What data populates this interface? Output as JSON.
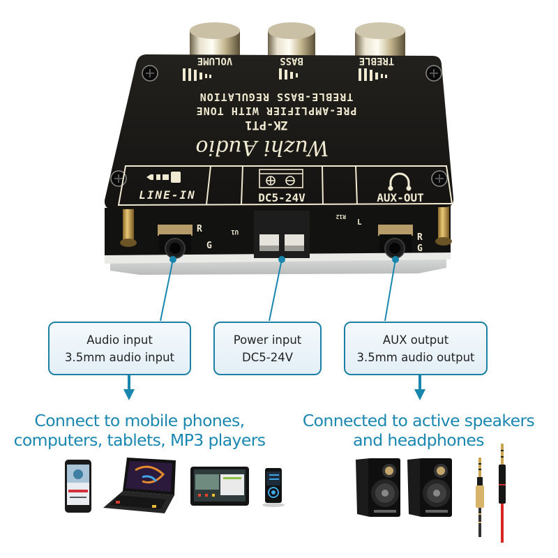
{
  "board": {
    "knob_labels": [
      "VOLUME",
      "BASS",
      "TREBLE"
    ],
    "tagline_1": "TREBLE-BASS  REGULATION",
    "tagline_2": "PRE-AMPLIFIER WITH TONE",
    "model": "ZK-PT1",
    "brand_logo": "Wuzhi Audio",
    "ports": {
      "line_in": {
        "label": "LINE-IN",
        "icon": "audio-jack-icon"
      },
      "dc": {
        "label": "DC5-24V",
        "icon": "terminal-plus-minus-icon"
      },
      "aux_out": {
        "label": "AUX-OUT",
        "icon": "headphones-icon"
      }
    },
    "pcb_marks": {
      "left_r": "R",
      "left_g": "G",
      "right_r": "R",
      "right_g": "G",
      "right_l": "L",
      "r12": "R12",
      "u1": "U1"
    }
  },
  "callouts": [
    {
      "id": "audio-input",
      "line1": "Audio input",
      "line2": "3.5mm audio input"
    },
    {
      "id": "power-input",
      "line1": "Power input",
      "line2": "DC5-24V"
    },
    {
      "id": "aux-output",
      "line1": "AUX output",
      "line2": "3.5mm audio output"
    }
  ],
  "captions": {
    "left": {
      "line1": "Connect to mobile phones,",
      "line2": "computers, tablets, MP3 players"
    },
    "right": {
      "line1": "Connected to active speakers",
      "line2": "and headphones"
    }
  },
  "devices": {
    "left": [
      "smartphone",
      "laptop",
      "tablet",
      "mp3-player"
    ],
    "right": [
      "speaker-left",
      "speaker-right",
      "gold-aux-plug",
      "red-aux-plug"
    ]
  },
  "colors": {
    "accent": "#1a87b0",
    "callout_border": "#1c7fa3",
    "callout_fill": "#eaf3f8",
    "board": "#1b1a17",
    "silkscreen": "#f1ead2"
  }
}
